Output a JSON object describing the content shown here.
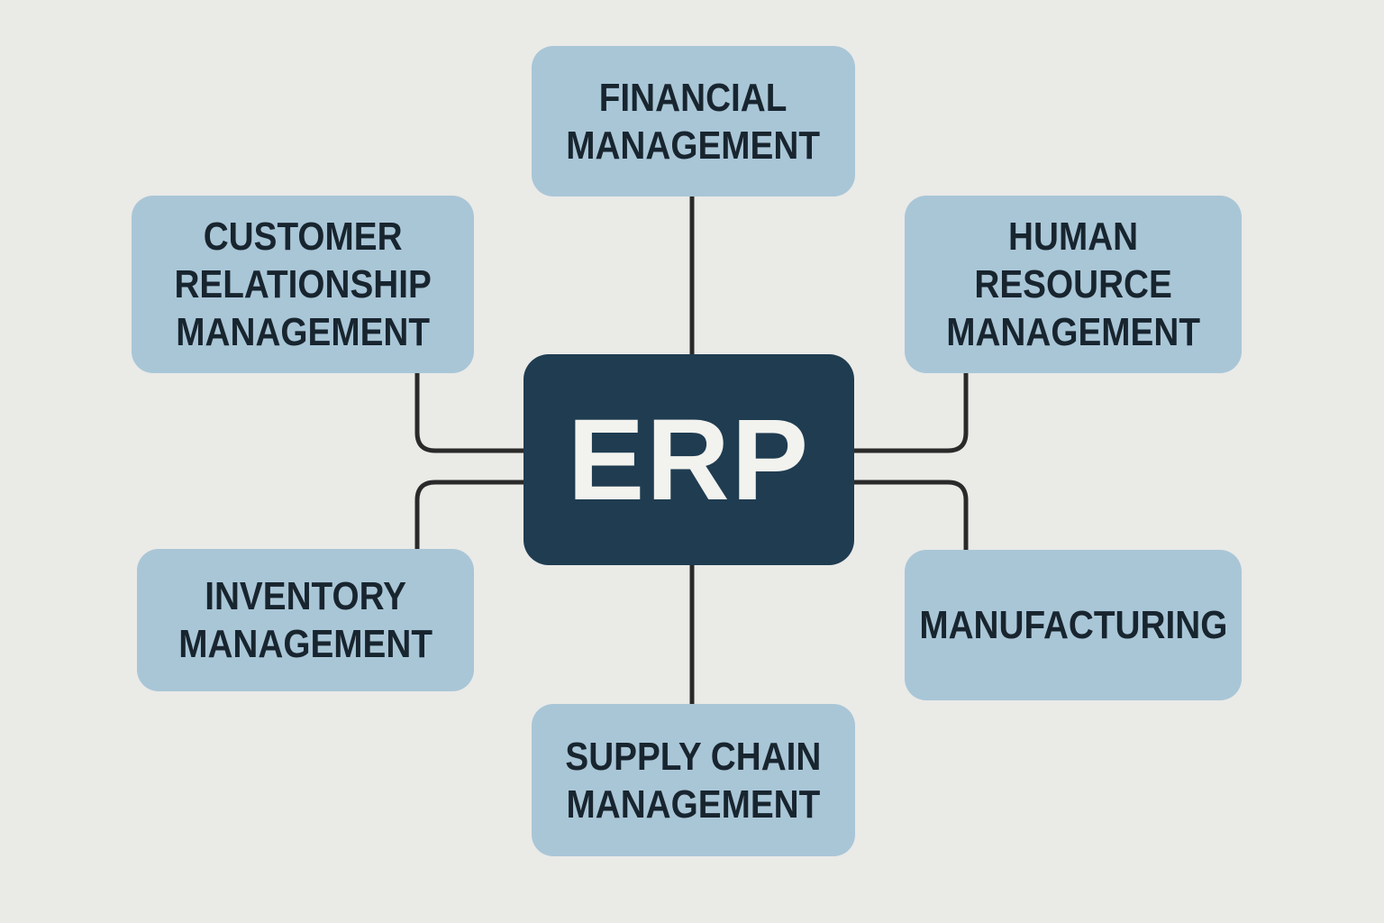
{
  "center": {
    "label": "ERP"
  },
  "modules": {
    "financial": [
      "FINANCIAL",
      "MANAGEMENT"
    ],
    "crm": [
      "CUSTOMER",
      "RELATIONSHIP",
      "MANAGEMENT"
    ],
    "hr": [
      "HUMAN",
      "RESOURCE",
      "MANAGEMENT"
    ],
    "inventory": [
      "INVENTORY",
      "MANAGEMENT"
    ],
    "manufacturing": [
      "MANUFACTURING"
    ],
    "supply_chain": [
      "SUPPLY CHAIN",
      "MANAGEMENT"
    ]
  },
  "colors": {
    "background": "#eaeae7",
    "center": "#1f3c51",
    "module": "#a9c6d7",
    "text": "#18252f",
    "connector": "#2a2a2a"
  }
}
